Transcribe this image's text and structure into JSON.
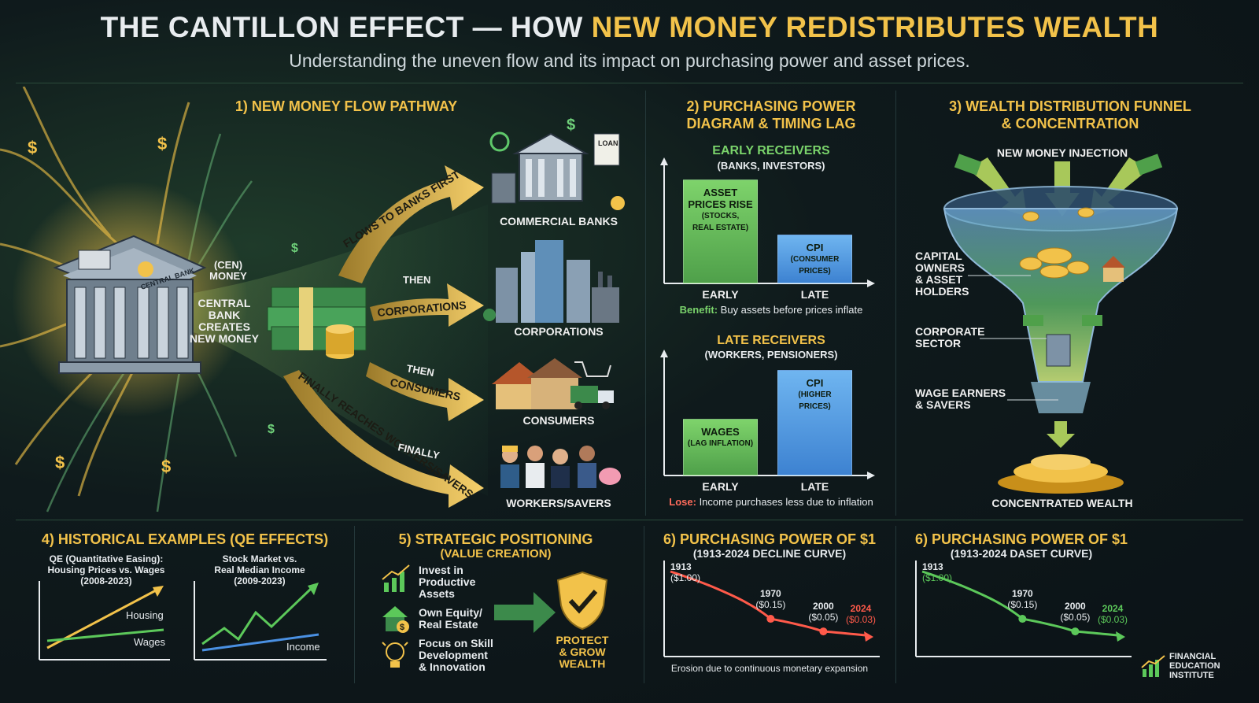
{
  "header": {
    "title_plain": "THE CANTILLON EFFECT — HOW ",
    "title_accent": "NEW MONEY REDISTRIBUTES WEALTH",
    "subtitle": "Understanding the uneven flow and its impact on purchasing power and asset prices."
  },
  "colors": {
    "accent": "#f2c24a",
    "green": "#7ad36b",
    "red": "#ff6b5b",
    "blue": "#4a90e2"
  },
  "section1": {
    "title": "1) NEW MONEY FLOW PATHWAY",
    "central_bank_sign": "CENTRAL BANK",
    "printer_text_1": "(CEN)",
    "printer_text_2": "MONEY",
    "creates_label": "CENTRAL\nBANK\nCREATES\nNEW MONEY",
    "arrows": [
      {
        "text": "FLOWS TO BANKS FIRST"
      },
      {
        "prefix": "THEN",
        "text": "CORPORATIONS"
      },
      {
        "prefix": "THEN",
        "text": "CONSUMERS"
      },
      {
        "prefix": "FINALLY",
        "text": "FINALLY REACHES WORKERS/SAVERS"
      }
    ],
    "destinations": [
      "COMMERCIAL BANKS",
      "CORPORATIONS",
      "CONSUMERS",
      "WORKERS/SAVERS"
    ],
    "loan_label": "LOAN"
  },
  "section2": {
    "title": "2) PURCHASING POWER\nDIAGRAM & TIMING LAG",
    "early": {
      "heading": "EARLY RECEIVERS",
      "sub": "(BANKS, INVESTORS)",
      "bar1_title": "ASSET\nPRICES RISE",
      "bar1_sub": "(STOCKS,\nREAL ESTATE)",
      "bar2_title": "CPI",
      "bar2_sub": "(CONSUMER\nPRICES)",
      "x_early": "EARLY",
      "x_late": "LATE",
      "note_label": "Benefit:",
      "note_text": " Buy assets before prices inflate"
    },
    "late": {
      "heading": "LATE RECEIVERS",
      "sub": "(WORKERS, PENSIONERS)",
      "bar1_title": "WAGES",
      "bar1_sub": "(LAG INFLATION)",
      "bar2_title": "CPI",
      "bar2_sub": "(HIGHER\nPRICES)",
      "x_early": "EARLY",
      "x_late": "LATE",
      "note_label": "Lose:",
      "note_text": " Income purchases less due to inflation"
    }
  },
  "section3": {
    "title": "3) WEALTH DISTRIBUTION FUNNEL\n& CONCENTRATION",
    "injection": "NEW MONEY INJECTION",
    "tiers": [
      "CAPITAL\nOWNERS\n& ASSET\nHOLDERS",
      "CORPORATE\nSECTOR",
      "WAGE EARNERS\n& SAVERS"
    ],
    "bottom": "CONCENTRATED WEALTH"
  },
  "section4": {
    "title": "4) HISTORICAL EXAMPLES (QE EFFECTS)",
    "chart1_title": "QE (Quantitative Easing):\nHousing Prices vs. Wages\n(2008-2023)",
    "chart1_line1": "Housing",
    "chart1_line2": "Wages",
    "chart2_title": "Stock Market vs.\nReal Median Income\n(2009-2023)",
    "chart2_line": "Income"
  },
  "section5": {
    "title": "5) STRATEGIC POSITIONING",
    "subtitle": "(VALUE CREATION)",
    "items": [
      "Invest in\nProductive\nAssets",
      "Own Equity/\nReal Estate",
      "Focus on Skill\nDevelopment\n& Innovation"
    ],
    "shield_label": "PROTECT\n& GROW\nWEALTH"
  },
  "section6a": {
    "title": "6) PURCHASING POWER OF $1",
    "subtitle": "(1913-2024 DECLINE CURVE)",
    "note": "Erosion due to continuous monetary expansion"
  },
  "section6b": {
    "title": "6) PURCHASING POWER OF $1",
    "subtitle": "(1913-2024 DASET CURVE)"
  },
  "chart_data": [
    {
      "type": "line",
      "title": "6) PURCHASING POWER OF $1",
      "subtitle": "(1913-2024 DECLINE CURVE)",
      "x": [
        1913,
        1970,
        2000,
        2024
      ],
      "x_labels": [
        "1913",
        "1970",
        "2000",
        "2024"
      ],
      "values": [
        1.0,
        0.15,
        0.05,
        0.03
      ],
      "value_labels": [
        "($1.00)",
        "($0.15)",
        "($0.05)",
        "($0.03)"
      ],
      "color": "#ff5a4a"
    },
    {
      "type": "line",
      "title": "6) PURCHASING POWER OF $1",
      "subtitle": "(1913-2024 DASET CURVE)",
      "x": [
        1913,
        1970,
        2000,
        2024
      ],
      "x_labels": [
        "1913",
        "1970",
        "2000",
        "2024"
      ],
      "values": [
        1.0,
        0.15,
        0.05,
        0.03
      ],
      "value_labels": [
        "($1.00)",
        "($0.15)",
        "($0.05)",
        "($0.03)"
      ],
      "color": "#5cc85a"
    }
  ],
  "footer": {
    "logo_text": "FINANCIAL\nEDUCATION\nINSTITUTE"
  }
}
